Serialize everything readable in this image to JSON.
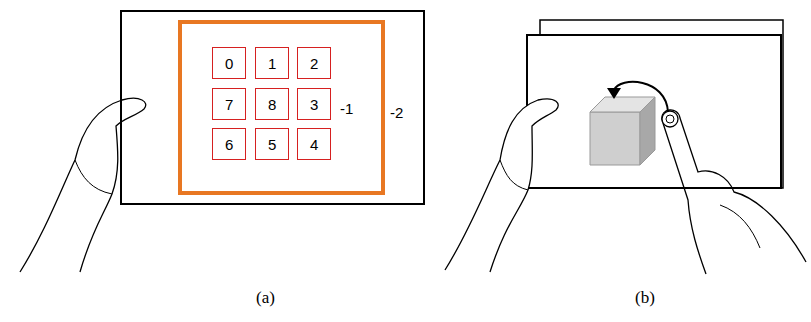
{
  "diagram": {
    "nodes": [
      {
        "text": [
          "-2"
        ]
      },
      {
        "text": [
          "-1"
        ],
        "in": 0
      },
      {
        "text": [
          "0"
        ],
        "in": 1
      },
      {
        "text": [
          "1"
        ],
        "in": 1
      },
      {
        "text": [
          "2"
        ],
        "in": 1
      },
      {
        "text": [
          "7"
        ],
        "in": 1
      },
      {
        "text": [
          "8"
        ],
        "in": 1
      },
      {
        "text": [
          "3"
        ],
        "in": 1
      },
      {
        "text": [
          "6"
        ],
        "in": 1
      },
      {
        "text": [
          "5"
        ],
        "in": 1
      },
      {
        "text": [
          "4"
        ],
        "in": 1
      }
    ],
    "labels": [
      "(a)",
      "(b)"
    ]
  }
}
